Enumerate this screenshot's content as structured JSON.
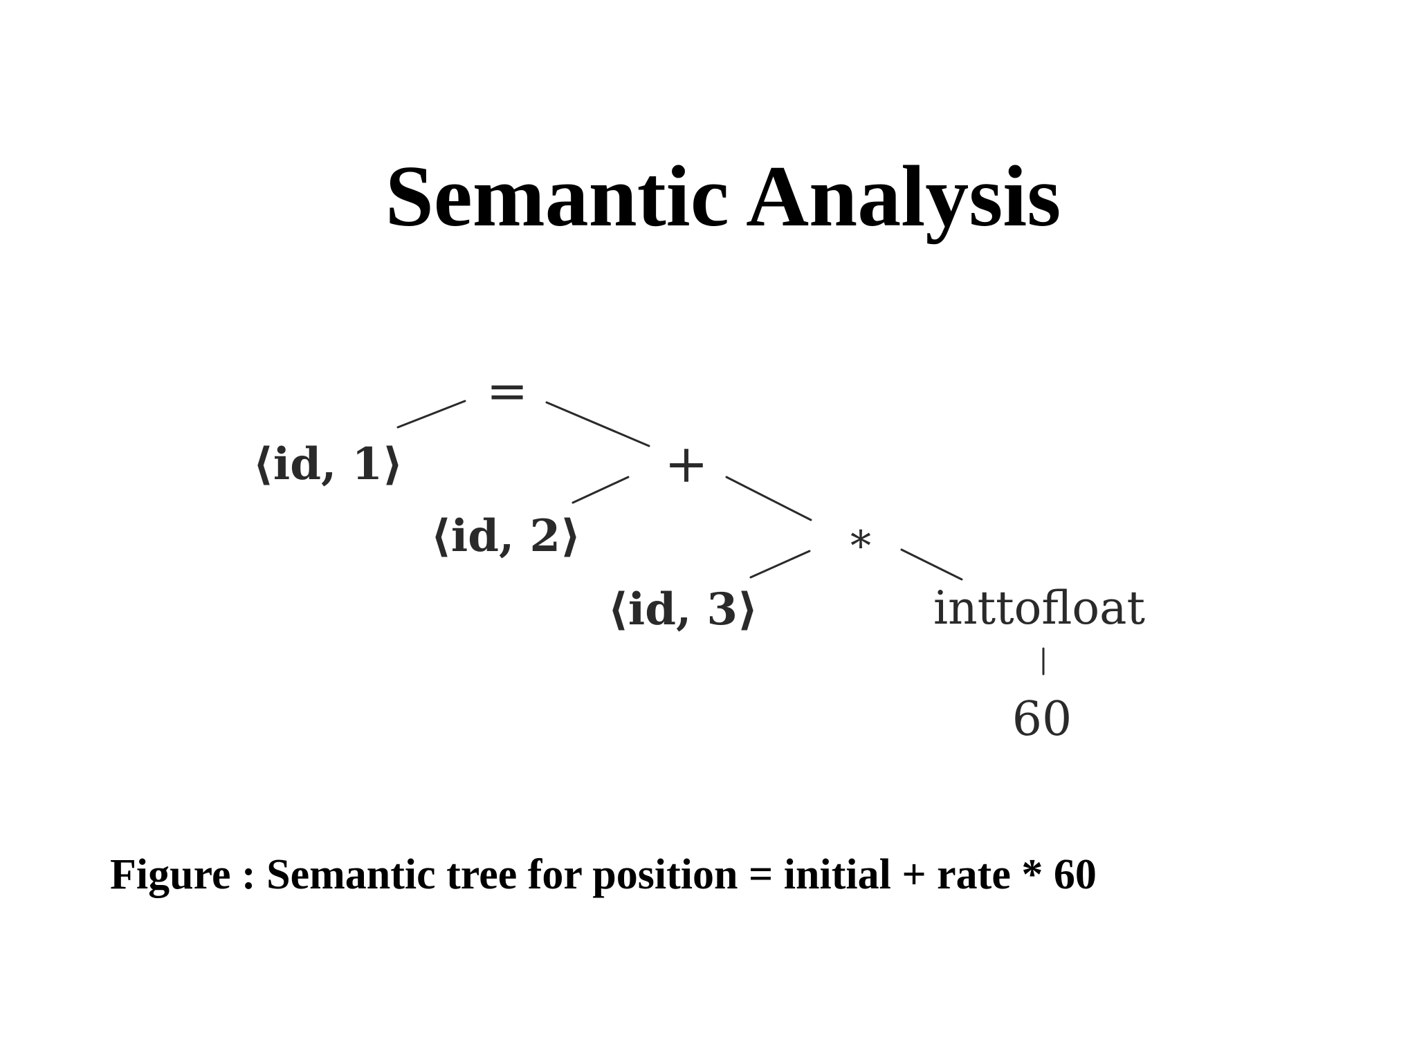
{
  "slide": {
    "title": "Semantic Analysis",
    "caption": "Figure : Semantic tree for position = initial + rate * 60"
  },
  "tree": {
    "nodes": {
      "assign": "=",
      "id1": "⟨id, 1⟩",
      "plus": "+",
      "id2": "⟨id, 2⟩",
      "times": "*",
      "id3": "⟨id, 3⟩",
      "inttofloat": "inttofloat",
      "sixty": "60"
    },
    "edges": [
      [
        "assign",
        "id1"
      ],
      [
        "assign",
        "plus"
      ],
      [
        "plus",
        "id2"
      ],
      [
        "plus",
        "times"
      ],
      [
        "times",
        "id3"
      ],
      [
        "times",
        "inttofloat"
      ],
      [
        "inttofloat",
        "sixty"
      ]
    ]
  }
}
